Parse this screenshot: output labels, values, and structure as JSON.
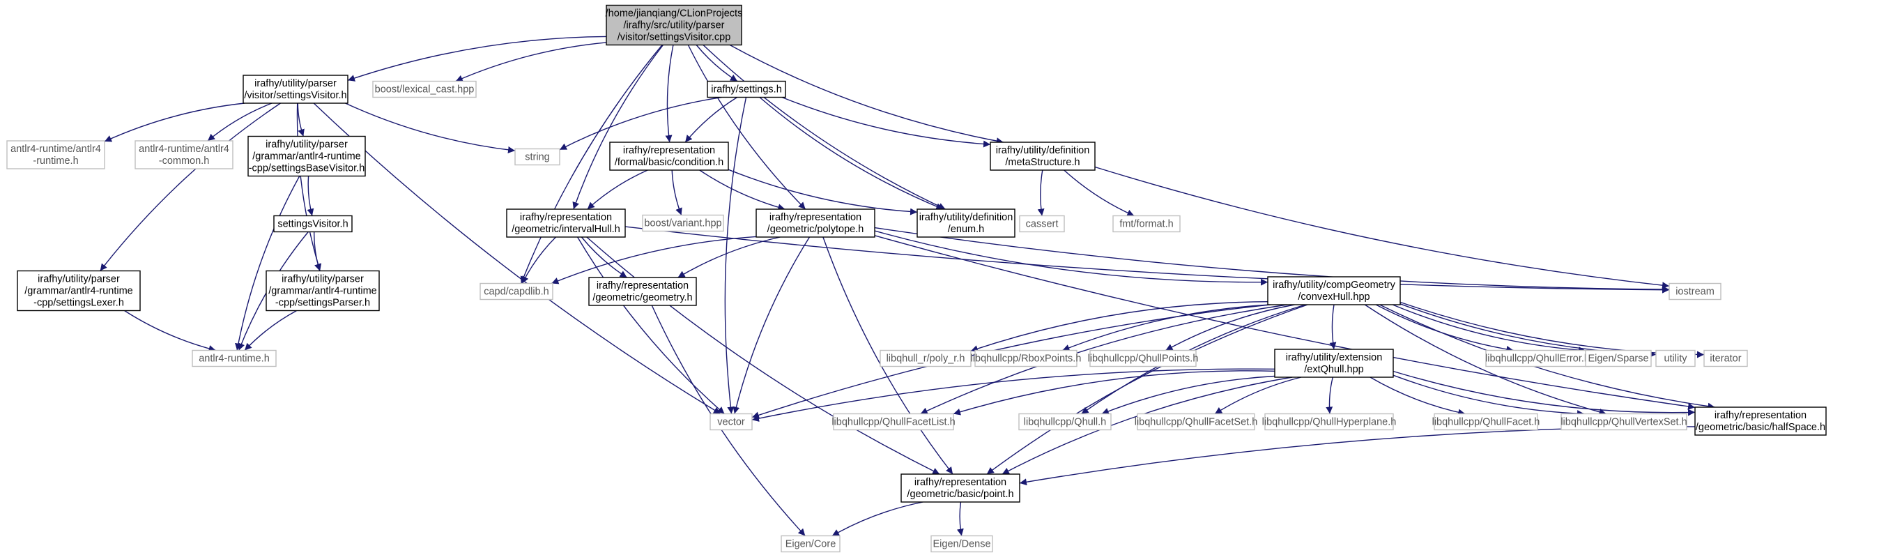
{
  "nodes": [
    {
      "id": "settingsVisitor_cpp",
      "lines": [
        "/home/jianqiang/CLionProjects",
        "/irafhy/src/utility/parser",
        "/visitor/settingsVisitor.cpp"
      ],
      "kind": "focus"
    },
    {
      "id": "settingsVisitor_h",
      "lines": [
        "irafhy/utility/parser",
        "/visitor/settingsVisitor.h"
      ],
      "kind": "local"
    },
    {
      "id": "lexical_cast",
      "lines": [
        "boost/lexical_cast.hpp"
      ],
      "kind": "external"
    },
    {
      "id": "settings_h",
      "lines": [
        "irafhy/settings.h"
      ],
      "kind": "local"
    },
    {
      "id": "antlr4_runtime_h",
      "lines": [
        "antlr4-runtime/antlr4",
        "-runtime.h"
      ],
      "kind": "external"
    },
    {
      "id": "antlr4_common_h",
      "lines": [
        "antlr4-runtime/antlr4",
        "-common.h"
      ],
      "kind": "external"
    },
    {
      "id": "settingsBaseVisitor_h",
      "lines": [
        "irafhy/utility/parser",
        "/grammar/antlr4-runtime",
        "-cpp/settingsBaseVisitor.h"
      ],
      "kind": "local"
    },
    {
      "id": "string",
      "lines": [
        "string"
      ],
      "kind": "external"
    },
    {
      "id": "condition_h",
      "lines": [
        "irafhy/representation",
        "/formal/basic/condition.h"
      ],
      "kind": "local"
    },
    {
      "id": "metaStructure_h",
      "lines": [
        "irafhy/utility/definition",
        "/metaStructure.h"
      ],
      "kind": "local"
    },
    {
      "id": "settingsVisitor_h2",
      "lines": [
        "settingsVisitor.h"
      ],
      "kind": "local"
    },
    {
      "id": "intervalHull_h",
      "lines": [
        "irafhy/representation",
        "/geometric/intervalHull.h"
      ],
      "kind": "local"
    },
    {
      "id": "boost_variant",
      "lines": [
        "boost/variant.hpp"
      ],
      "kind": "external"
    },
    {
      "id": "polytope_h",
      "lines": [
        "irafhy/representation",
        "/geometric/polytope.h"
      ],
      "kind": "local"
    },
    {
      "id": "enum_h",
      "lines": [
        "irafhy/utility/definition",
        "/enum.h"
      ],
      "kind": "local"
    },
    {
      "id": "cassert",
      "lines": [
        "cassert"
      ],
      "kind": "external"
    },
    {
      "id": "fmt_format",
      "lines": [
        "fmt/format.h"
      ],
      "kind": "external"
    },
    {
      "id": "settingsLexer_h",
      "lines": [
        "irafhy/utility/parser",
        "/grammar/antlr4-runtime",
        "-cpp/settingsLexer.h"
      ],
      "kind": "local"
    },
    {
      "id": "settingsParser_h",
      "lines": [
        "irafhy/utility/parser",
        "/grammar/antlr4-runtime",
        "-cpp/settingsParser.h"
      ],
      "kind": "local"
    },
    {
      "id": "capdlib",
      "lines": [
        "capd/capdlib.h"
      ],
      "kind": "external"
    },
    {
      "id": "geometry_h",
      "lines": [
        "irafhy/representation",
        "/geometric/geometry.h"
      ],
      "kind": "local"
    },
    {
      "id": "convexHull_hpp",
      "lines": [
        "irafhy/utility/compGeometry",
        "/convexHull.hpp"
      ],
      "kind": "local"
    },
    {
      "id": "iostream",
      "lines": [
        "iostream"
      ],
      "kind": "external"
    },
    {
      "id": "antlr4_runtime_h2",
      "lines": [
        "antlr4-runtime.h"
      ],
      "kind": "external"
    },
    {
      "id": "poly_r",
      "lines": [
        "libqhull_r/poly_r.h"
      ],
      "kind": "external"
    },
    {
      "id": "RboxPoints",
      "lines": [
        "libqhullcpp/RboxPoints.h"
      ],
      "kind": "external"
    },
    {
      "id": "QhullPoints",
      "lines": [
        "libqhullcpp/QhullPoints.h"
      ],
      "kind": "external"
    },
    {
      "id": "extQhull_hpp",
      "lines": [
        "irafhy/utility/extension",
        "/extQhull.hpp"
      ],
      "kind": "local"
    },
    {
      "id": "QhullError",
      "lines": [
        "libqhullcpp/QhullError.h"
      ],
      "kind": "external"
    },
    {
      "id": "Eigen_Sparse",
      "lines": [
        "Eigen/Sparse"
      ],
      "kind": "external"
    },
    {
      "id": "utility",
      "lines": [
        "utility"
      ],
      "kind": "external"
    },
    {
      "id": "iterator",
      "lines": [
        "iterator"
      ],
      "kind": "external"
    },
    {
      "id": "vector",
      "lines": [
        "vector"
      ],
      "kind": "external"
    },
    {
      "id": "QhullFacetList",
      "lines": [
        "libqhullcpp/QhullFacetList.h"
      ],
      "kind": "external"
    },
    {
      "id": "Qhull_h",
      "lines": [
        "libqhullcpp/Qhull.h"
      ],
      "kind": "external"
    },
    {
      "id": "QhullFacetSet",
      "lines": [
        "libqhullcpp/QhullFacetSet.h"
      ],
      "kind": "external"
    },
    {
      "id": "QhullHyperplane",
      "lines": [
        "libqhullcpp/QhullHyperplane.h"
      ],
      "kind": "external"
    },
    {
      "id": "QhullFacet",
      "lines": [
        "libqhullcpp/QhullFacet.h"
      ],
      "kind": "external"
    },
    {
      "id": "QhullVertexSet",
      "lines": [
        "libqhullcpp/QhullVertexSet.h"
      ],
      "kind": "external"
    },
    {
      "id": "halfSpace_h",
      "lines": [
        "irafhy/representation",
        "/geometric/basic/halfSpace.h"
      ],
      "kind": "local"
    },
    {
      "id": "point_h",
      "lines": [
        "irafhy/representation",
        "/geometric/basic/point.h"
      ],
      "kind": "local"
    },
    {
      "id": "Eigen_Core",
      "lines": [
        "Eigen/Core"
      ],
      "kind": "external"
    },
    {
      "id": "Eigen_Dense",
      "lines": [
        "Eigen/Dense"
      ],
      "kind": "external"
    }
  ],
  "edges": [
    [
      "settingsVisitor_cpp",
      "settingsVisitor_h"
    ],
    [
      "settingsVisitor_cpp",
      "lexical_cast"
    ],
    [
      "settingsVisitor_cpp",
      "settings_h"
    ],
    [
      "settingsVisitor_cpp",
      "metaStructure_h"
    ],
    [
      "settingsVisitor_cpp",
      "condition_h"
    ],
    [
      "settingsVisitor_cpp",
      "intervalHull_h"
    ],
    [
      "settingsVisitor_cpp",
      "polytope_h"
    ],
    [
      "settingsVisitor_cpp",
      "enum_h"
    ],
    [
      "settingsVisitor_cpp",
      "capdlib"
    ],
    [
      "settingsVisitor_h",
      "antlr4_runtime_h"
    ],
    [
      "settingsVisitor_h",
      "antlr4_common_h"
    ],
    [
      "settingsVisitor_h",
      "settingsBaseVisitor_h"
    ],
    [
      "settingsVisitor_h",
      "string"
    ],
    [
      "settingsVisitor_h",
      "settingsLexer_h"
    ],
    [
      "settingsVisitor_h",
      "settingsParser_h"
    ],
    [
      "settingsVisitor_h",
      "vector"
    ],
    [
      "settingsBaseVisitor_h",
      "settingsVisitor_h2"
    ],
    [
      "settingsBaseVisitor_h",
      "antlr4_runtime_h2"
    ],
    [
      "settingsVisitor_h2",
      "settingsParser_h"
    ],
    [
      "settingsVisitor_h2",
      "antlr4_runtime_h2"
    ],
    [
      "settingsLexer_h",
      "antlr4_runtime_h2"
    ],
    [
      "settingsParser_h",
      "antlr4_runtime_h2"
    ],
    [
      "settings_h",
      "string"
    ],
    [
      "settings_h",
      "condition_h"
    ],
    [
      "settings_h",
      "metaStructure_h"
    ],
    [
      "settings_h",
      "enum_h"
    ],
    [
      "settings_h",
      "vector"
    ],
    [
      "condition_h",
      "intervalHull_h"
    ],
    [
      "condition_h",
      "boost_variant"
    ],
    [
      "condition_h",
      "polytope_h"
    ],
    [
      "condition_h",
      "enum_h"
    ],
    [
      "metaStructure_h",
      "cassert"
    ],
    [
      "metaStructure_h",
      "fmt_format"
    ],
    [
      "metaStructure_h",
      "iostream"
    ],
    [
      "intervalHull_h",
      "capdlib"
    ],
    [
      "intervalHull_h",
      "geometry_h"
    ],
    [
      "intervalHull_h",
      "iostream"
    ],
    [
      "intervalHull_h",
      "vector"
    ],
    [
      "intervalHull_h",
      "point_h"
    ],
    [
      "polytope_h",
      "capdlib"
    ],
    [
      "polytope_h",
      "geometry_h"
    ],
    [
      "polytope_h",
      "convexHull_hpp"
    ],
    [
      "polytope_h",
      "iostream"
    ],
    [
      "polytope_h",
      "vector"
    ],
    [
      "polytope_h",
      "point_h"
    ],
    [
      "polytope_h",
      "halfSpace_h"
    ],
    [
      "geometry_h",
      "Eigen_Core"
    ],
    [
      "convexHull_hpp",
      "poly_r"
    ],
    [
      "convexHull_hpp",
      "RboxPoints"
    ],
    [
      "convexHull_hpp",
      "QhullPoints"
    ],
    [
      "convexHull_hpp",
      "extQhull_hpp"
    ],
    [
      "convexHull_hpp",
      "QhullError"
    ],
    [
      "convexHull_hpp",
      "Eigen_Sparse"
    ],
    [
      "convexHull_hpp",
      "utility"
    ],
    [
      "convexHull_hpp",
      "iterator"
    ],
    [
      "convexHull_hpp",
      "vector"
    ],
    [
      "convexHull_hpp",
      "QhullFacetList"
    ],
    [
      "convexHull_hpp",
      "Qhull_h"
    ],
    [
      "convexHull_hpp",
      "QhullVertexSet"
    ],
    [
      "convexHull_hpp",
      "halfSpace_h"
    ],
    [
      "convexHull_hpp",
      "point_h"
    ],
    [
      "extQhull_hpp",
      "vector"
    ],
    [
      "extQhull_hpp",
      "QhullFacetList"
    ],
    [
      "extQhull_hpp",
      "Qhull_h"
    ],
    [
      "extQhull_hpp",
      "QhullFacetSet"
    ],
    [
      "extQhull_hpp",
      "QhullHyperplane"
    ],
    [
      "extQhull_hpp",
      "QhullFacet"
    ],
    [
      "extQhull_hpp",
      "QhullVertexSet"
    ],
    [
      "extQhull_hpp",
      "halfSpace_h"
    ],
    [
      "extQhull_hpp",
      "point_h"
    ],
    [
      "halfSpace_h",
      "point_h"
    ],
    [
      "point_h",
      "Eigen_Core"
    ],
    [
      "point_h",
      "Eigen_Dense"
    ]
  ]
}
